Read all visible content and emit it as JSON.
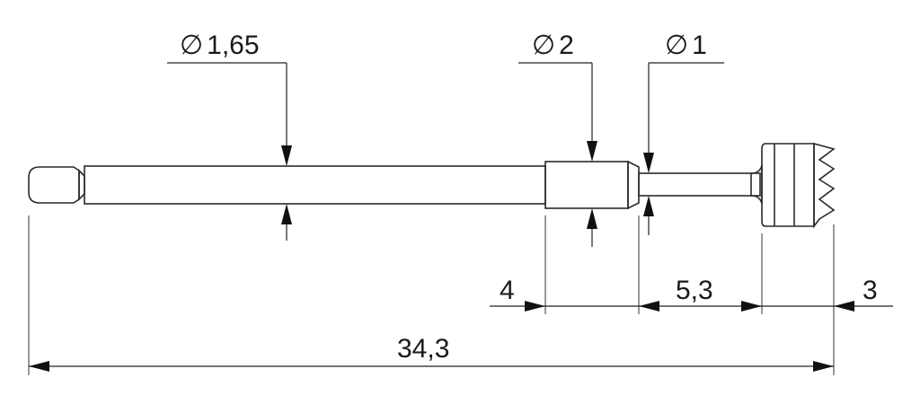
{
  "diameters": {
    "shank": {
      "symbol": "∅",
      "value": "1,65"
    },
    "collar": {
      "symbol": "∅",
      "value": "2"
    },
    "neck": {
      "symbol": "∅",
      "value": "1"
    }
  },
  "lengths": {
    "collar": "4",
    "neck": "5,3",
    "head": "3",
    "overall": "34,3"
  },
  "colors": {
    "line": "#222222",
    "metal_dark": "#5a5a5a",
    "metal_light": "#f2f2f2",
    "metal_mid": "#a8a8a8"
  }
}
